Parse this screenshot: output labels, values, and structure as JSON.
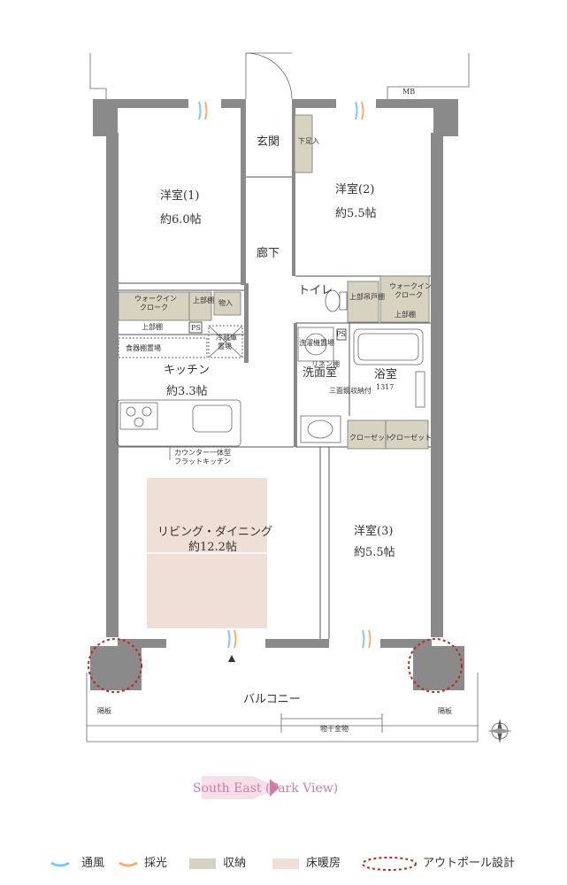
{
  "rooms": {
    "western1": {
      "name": "洋室(1)",
      "area": "約6.0帖"
    },
    "western2": {
      "name": "洋室(2)",
      "area": "約5.5帖"
    },
    "western3": {
      "name": "洋室(3)",
      "area": "約5.5帖"
    },
    "entrance": "玄関",
    "corridor": "廊下",
    "toilet": "トイレ",
    "kitchen": {
      "name": "キッチン",
      "area": "約3.3帖"
    },
    "living": {
      "name": "リビング・ダイニング",
      "area": "約12.2帖"
    },
    "washroom": "洗面室",
    "bathroom": {
      "name": "浴室",
      "size": "1317"
    },
    "balcony": "バルコニー"
  },
  "labels": {
    "mb": "MB",
    "shoe": "下足入",
    "storage": "物入",
    "walkin": "ウォークイン",
    "closet_wic": "クローク",
    "upper_shelf": "上部棚",
    "upper_shelf2": "上部吊戸棚",
    "ps": "PS",
    "fridge1": "冷蔵庫",
    "fridge2": "置場",
    "dish": "食器棚置場",
    "washer": "洗濯機置場",
    "linen": "リネン棚",
    "storage3": "三面鏡収納付",
    "closet": "クローゼット",
    "counter1": "カウンター一体型",
    "counter2": "フラットキッチン",
    "partition": "隔板",
    "clothes": "物干金物",
    "direction": "South East (Park View)"
  },
  "legend": {
    "ventilation": "通風",
    "daylight": "採光",
    "storage": "収納",
    "floorheat": "床暖房",
    "outpole": "アウトポール設計"
  },
  "colors": {
    "storage": "#d8d3c1",
    "floorheat": "#efdfd6",
    "wall": "#8a8a8a",
    "ventilation": "#7fc8e8",
    "daylight": "#f0b070",
    "outpole": "#c0281e",
    "direction": "#d27aa8"
  }
}
